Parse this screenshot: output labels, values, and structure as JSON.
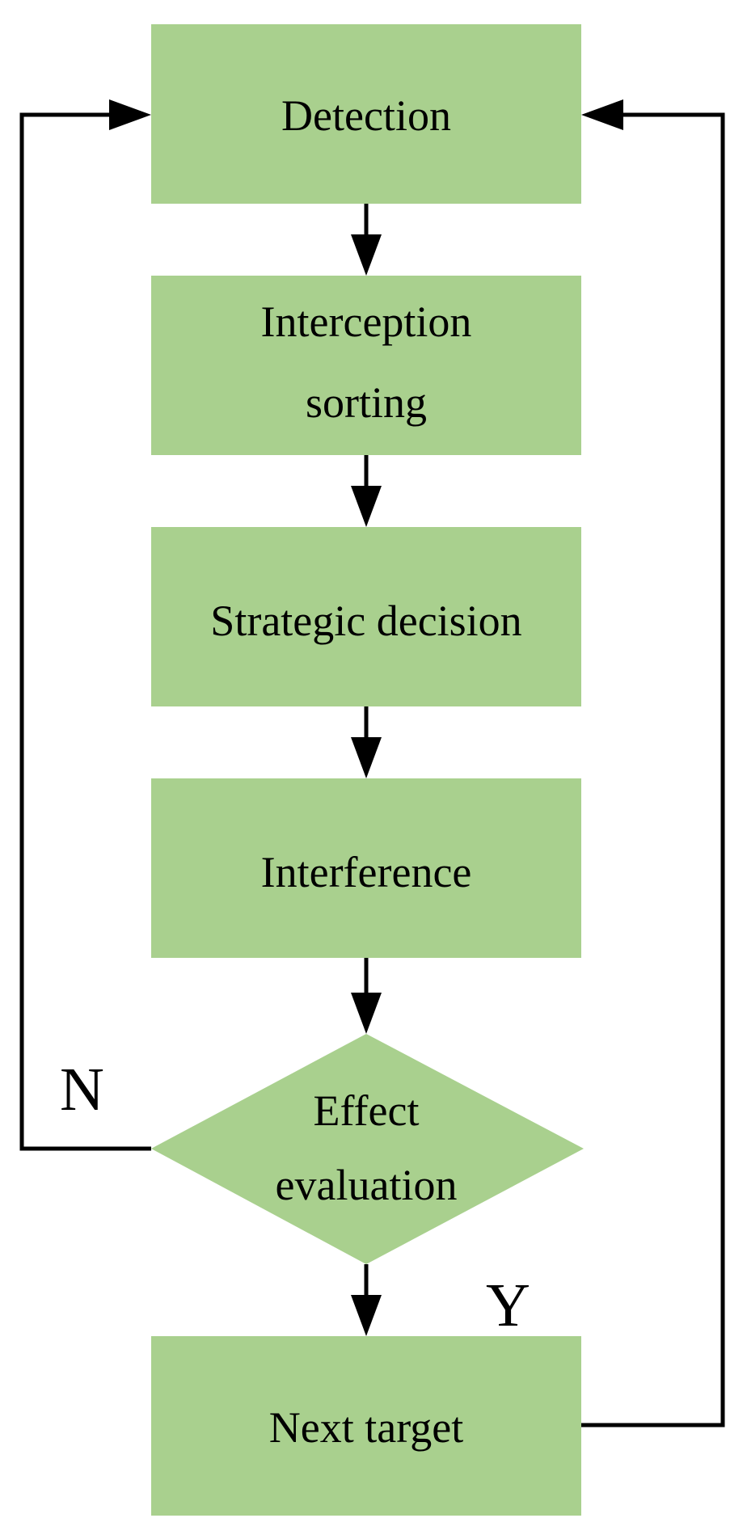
{
  "flowchart": {
    "nodes": [
      {
        "id": "detection",
        "shape": "rect",
        "lines": [
          "Detection"
        ]
      },
      {
        "id": "interception-sorting",
        "shape": "rect",
        "lines": [
          "Interception",
          "sorting"
        ]
      },
      {
        "id": "strategic-decision",
        "shape": "rect",
        "lines": [
          "Strategic decision"
        ]
      },
      {
        "id": "interference",
        "shape": "rect",
        "lines": [
          "Interference"
        ]
      },
      {
        "id": "effect-evaluation",
        "shape": "diamond",
        "lines": [
          "Effect",
          "evaluation"
        ]
      },
      {
        "id": "next-target",
        "shape": "rect",
        "lines": [
          "Next target"
        ]
      }
    ],
    "edges": [
      {
        "from": "detection",
        "to": "interception-sorting"
      },
      {
        "from": "interception-sorting",
        "to": "strategic-decision"
      },
      {
        "from": "strategic-decision",
        "to": "interference"
      },
      {
        "from": "interference",
        "to": "effect-evaluation"
      },
      {
        "from": "effect-evaluation",
        "to": "next-target",
        "label": "Y"
      },
      {
        "from": "effect-evaluation",
        "to": "detection",
        "label": "N"
      },
      {
        "from": "next-target",
        "to": "detection"
      }
    ],
    "labels": {
      "no": "N",
      "yes": "Y"
    },
    "colors": {
      "node_fill": "#a9d08e",
      "line": "#000000"
    }
  }
}
